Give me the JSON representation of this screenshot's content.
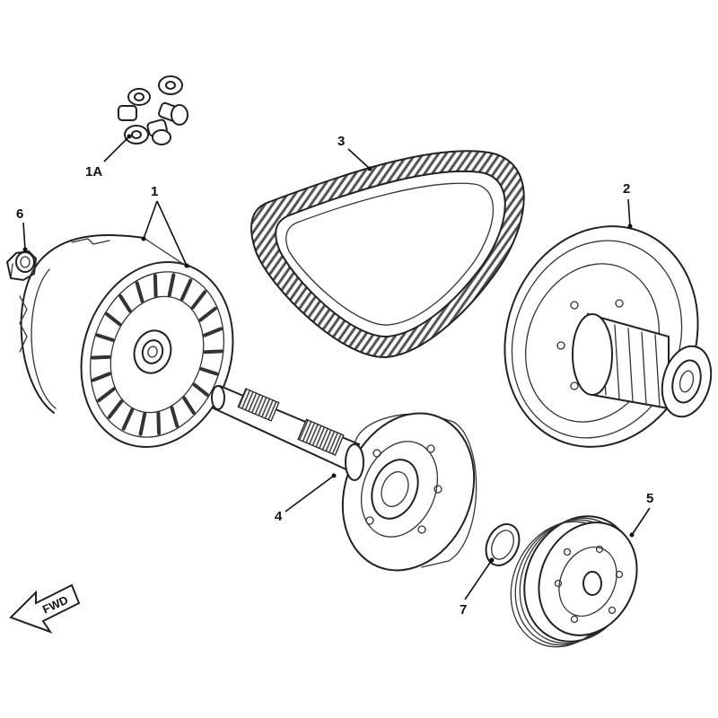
{
  "diagram": {
    "callouts": {
      "c1": "1",
      "c1a": "1A",
      "c2": "2",
      "c3": "3",
      "c4": "4",
      "c5": "5",
      "c6": "6",
      "c7": "7"
    },
    "direction_arrow": {
      "label": "FWD",
      "icon": "forward-arrow-icon"
    }
  }
}
